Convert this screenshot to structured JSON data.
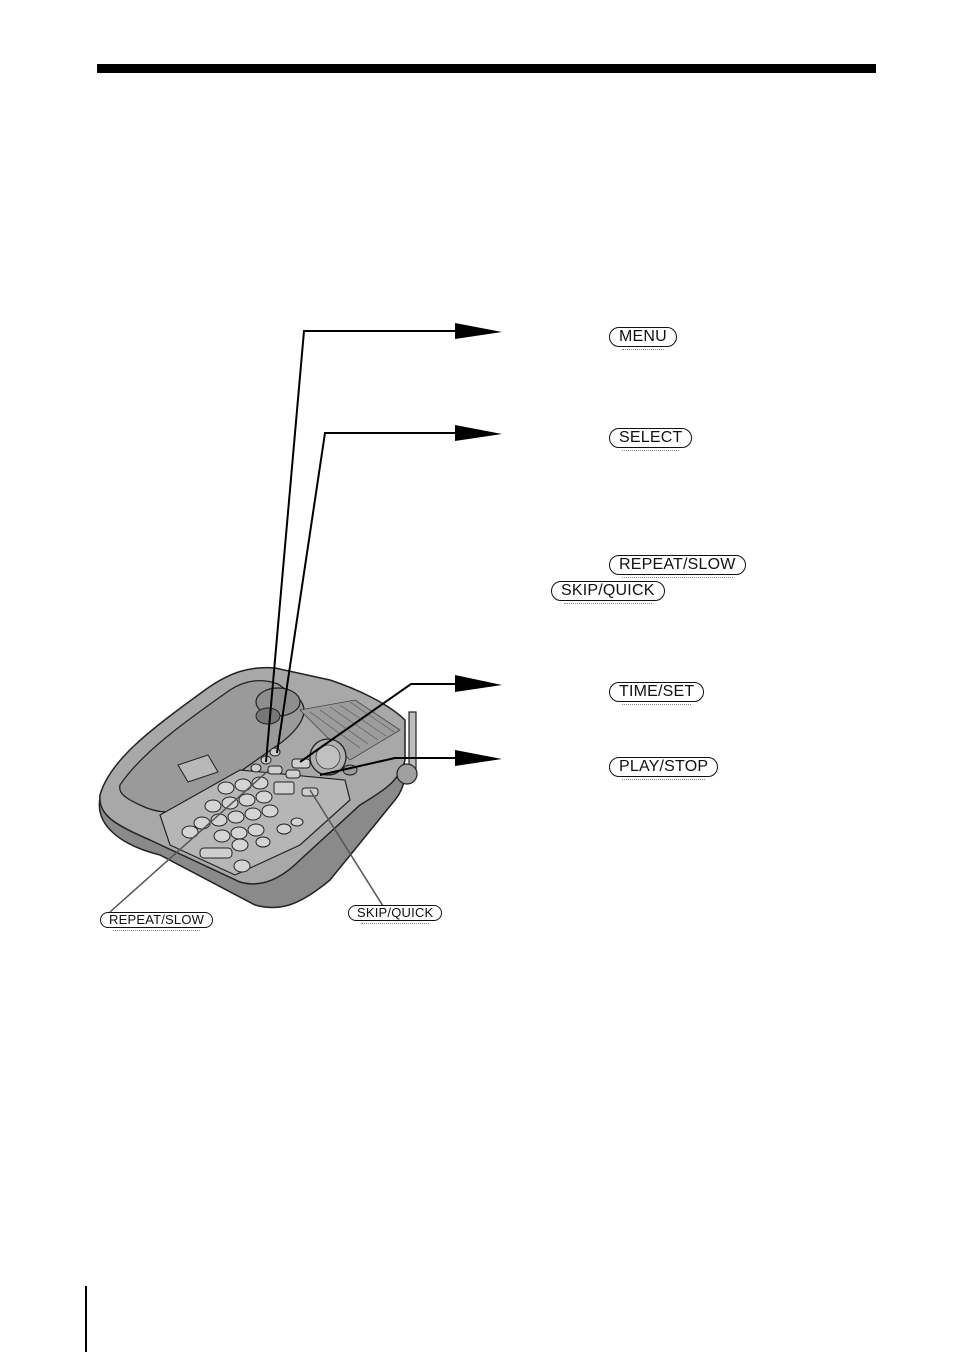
{
  "page": {
    "callout_keys": {
      "menu": "MENU",
      "select": "SELECT",
      "repeat_slow": "REPEAT/SLOW",
      "skip_quick": "SKIP/QUICK",
      "time_set": "TIME/SET",
      "play_stop": "PLAY/STOP"
    },
    "diagram_keys": {
      "repeat_slow": "REPEAT/SLOW",
      "skip_quick": "SKIP/QUICK"
    }
  }
}
